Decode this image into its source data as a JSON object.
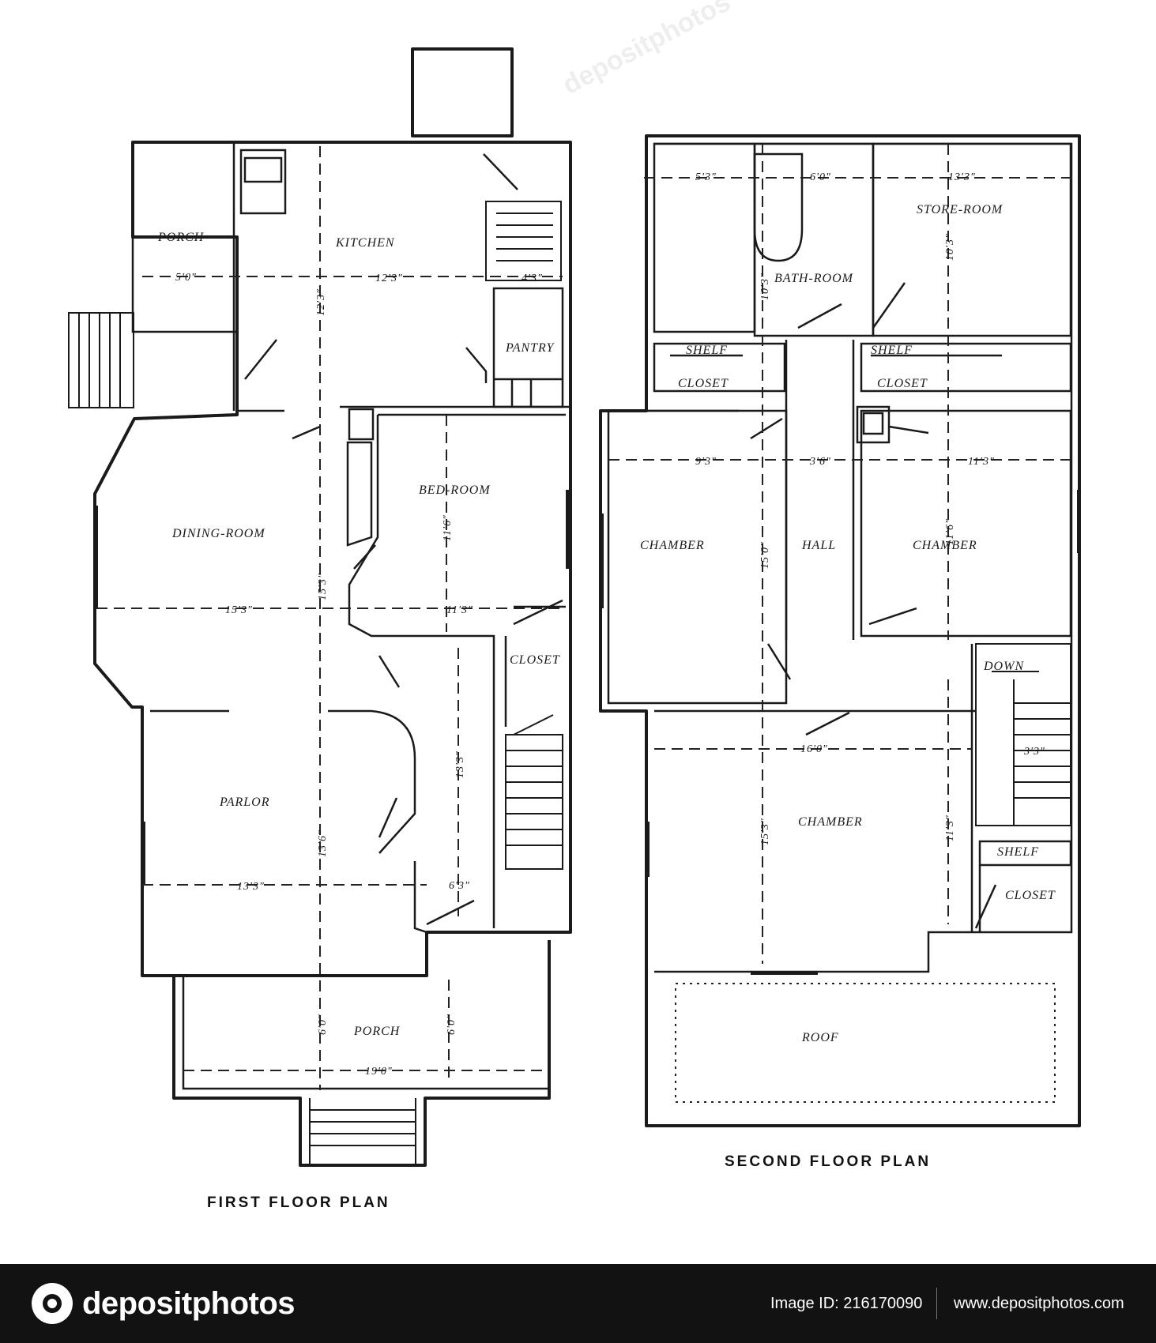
{
  "watermark": {
    "text": "depositphotos"
  },
  "first_floor": {
    "title": "FIRST FLOOR PLAN",
    "rooms": {
      "porch_back": "PORCH",
      "kitchen": "KITCHEN",
      "pantry": "PANTRY",
      "dining": "DINING-ROOM",
      "bedroom": "BED-ROOM",
      "closet": "CLOSET",
      "parlor": "PARLOR",
      "porch_front": "PORCH"
    },
    "dims": {
      "porch_back_w": "5'0\"",
      "kitchen_w": "12'3\"",
      "kitchen_d": "12'3\"",
      "pantry_w": "4'3\"",
      "dining_w": "15'3\"",
      "dining_d": "15'3\"",
      "bedroom_w": "11'3\"",
      "bedroom_d": "11'6\"",
      "parlor_w": "13'3\"",
      "parlor_d": "13'6\"",
      "hall_d": "13'3\"",
      "hall_w": "6'3\"",
      "porch_front_w": "19'0\"",
      "porch_front_d": "6'0\"",
      "porch_front_d2": "6'0\""
    }
  },
  "second_floor": {
    "title": "SECOND FLOOR PLAN",
    "rooms": {
      "bath": "BATH-ROOM",
      "store": "STORE-ROOM",
      "closet_l": "CLOSET",
      "shelf_l": "SHELF",
      "closet_r": "CLOSET",
      "shelf_r": "SHELF",
      "chamber_l": "CHAMBER",
      "hall": "HALL",
      "chamber_r": "CHAMBER",
      "down": "DOWN",
      "chamber_main": "CHAMBER",
      "shelf_main": "SHELF",
      "closet_main": "CLOSET",
      "roof": "ROOF"
    },
    "dims": {
      "top_w1": "5'3\"",
      "bath_w": "6'0\"",
      "store_w": "13'3\"",
      "bath_d": "10'3\"",
      "store_d": "10'3\"",
      "chamber_l_w": "9'3\"",
      "hall_w": "3'6\"",
      "chamber_r_w": "11'3\"",
      "chamber_l_d": "15'0\"",
      "chamber_r_d": "11'6\"",
      "main_w": "16'0\"",
      "main_d": "15'3\"",
      "main_d2": "11'3\"",
      "stair_w": "3'3\""
    }
  },
  "footer": {
    "brand": "depositphotos",
    "image_id": "Image ID: 216170090",
    "site": "www.depositphotos.com"
  }
}
